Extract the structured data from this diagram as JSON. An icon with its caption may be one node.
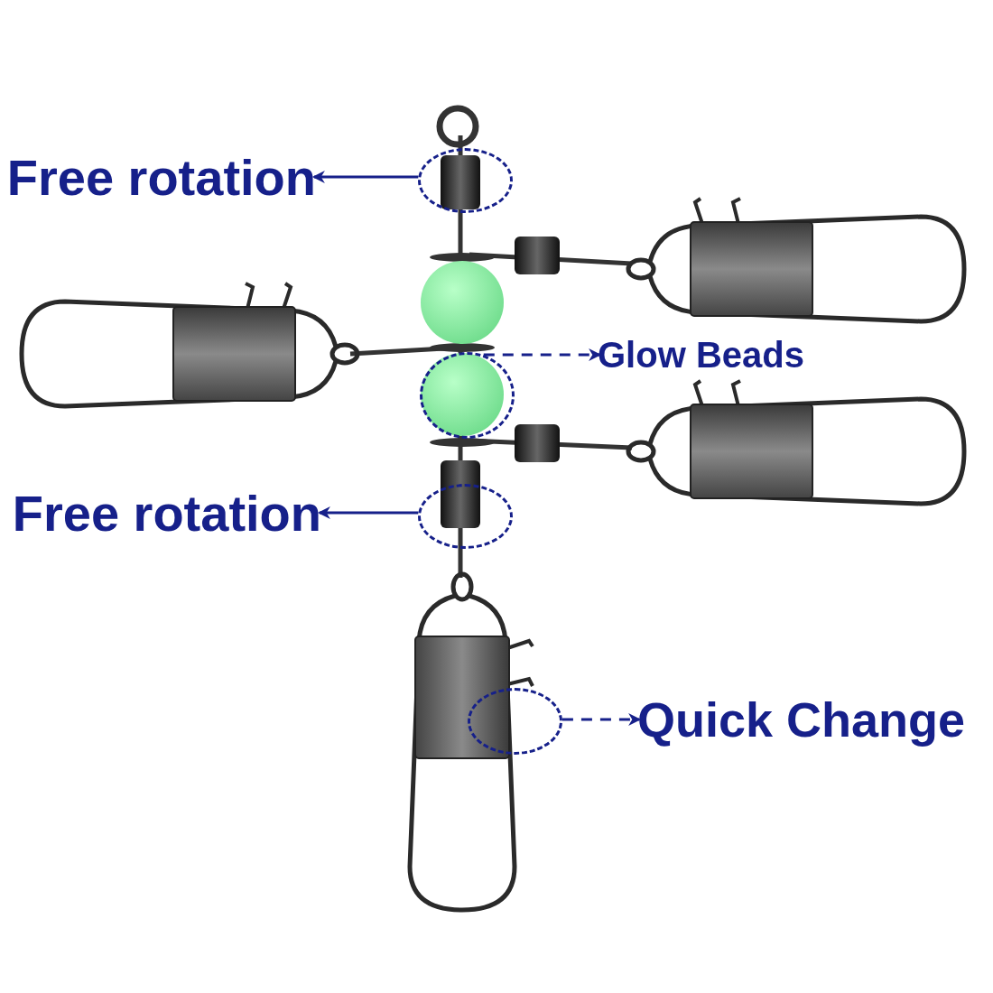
{
  "diagram": {
    "nodes": [
      {
        "text": [
          "Free rotation"
        ]
      },
      {
        "text": [],
        "shape": "circle"
      },
      {
        "text": [
          "Glow Beads"
        ]
      },
      {
        "text": [],
        "shape": "circle"
      },
      {
        "text": [
          "Free rotation"
        ]
      },
      {
        "text": [],
        "shape": "circle"
      },
      {
        "text": [
          "Quick Change"
        ]
      },
      {
        "text": [],
        "shape": "circle"
      }
    ],
    "edges": [
      {
        "from": 1,
        "to": 0,
        "arrow": "to"
      },
      {
        "from": 3,
        "to": 2,
        "arrow": "to",
        "style": "dashed"
      },
      {
        "from": 5,
        "to": 4,
        "arrow": "to"
      },
      {
        "from": 7,
        "to": 6,
        "arrow": "to",
        "style": "dashed"
      }
    ]
  }
}
